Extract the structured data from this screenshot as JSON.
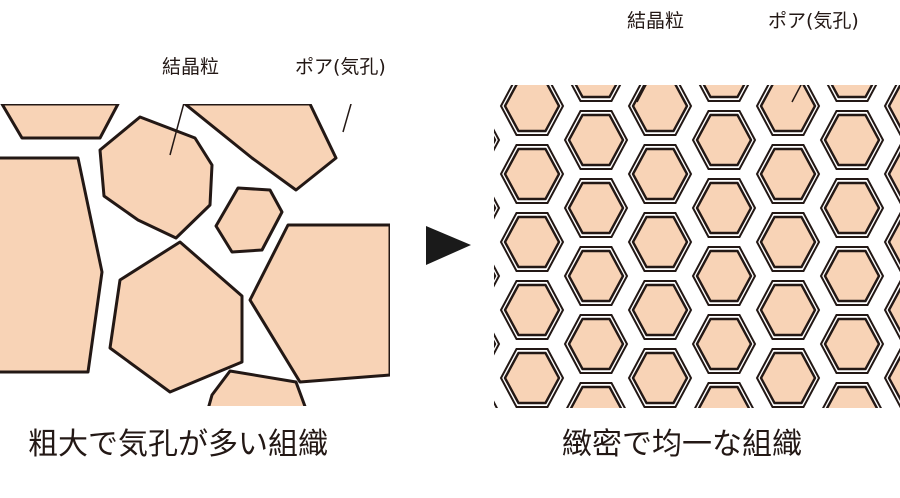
{
  "labels": {
    "left_grain": "結晶粒",
    "left_pore": "ポア(気孔)",
    "right_grain": "結晶粒",
    "right_pore": "ポア(気孔)"
  },
  "captions": {
    "before": "粗大で気孔が多い組織",
    "after": "緻密で均一な組織"
  },
  "colors": {
    "grain_fill": "#f8d3b6",
    "outline": "#231815",
    "background": "#ffffff",
    "arrow": "#1a1a1a"
  },
  "icons": {
    "transition": "right-triangle-arrow-icon"
  }
}
